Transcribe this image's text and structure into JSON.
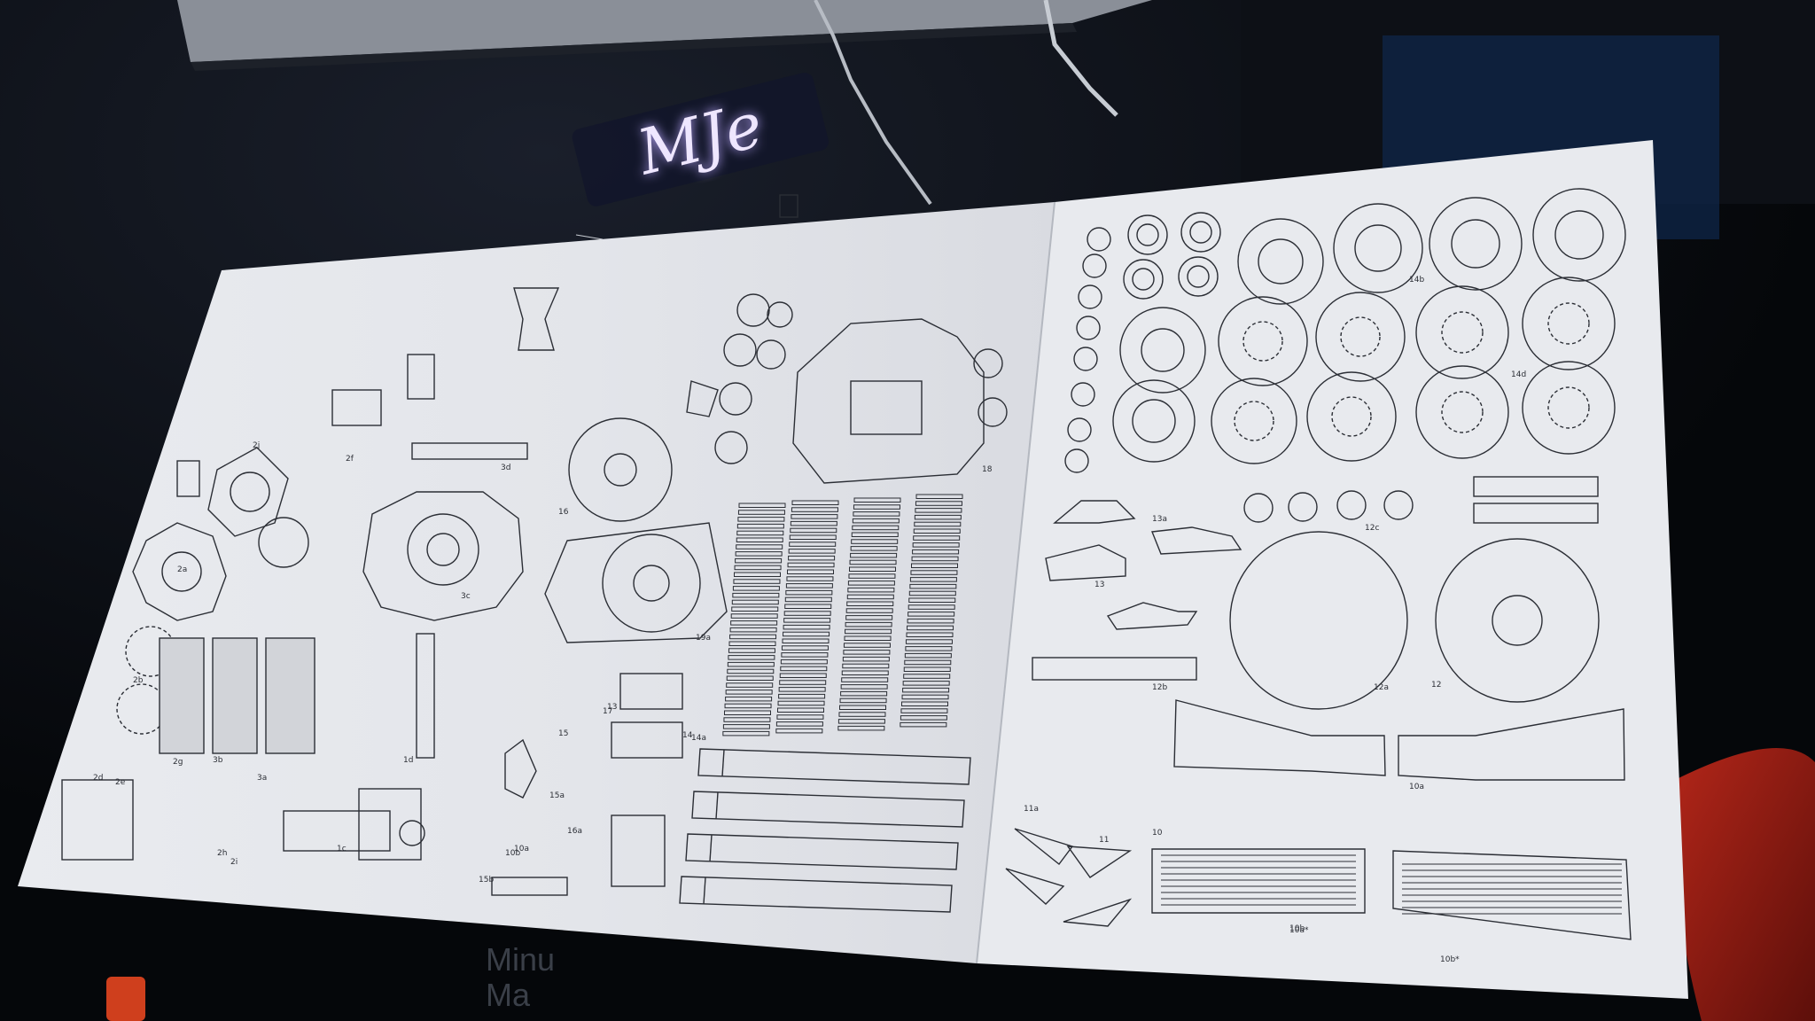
{
  "scene": {
    "background": "#07090d",
    "paper_color": "#e6e8ec",
    "ink_color": "#2b2e35",
    "neon_color": "#c9b8ff",
    "orange_color": "#d2401c"
  },
  "part_labels": {
    "left_sheet": [
      "2f",
      "2j",
      "2a",
      "3c",
      "2b",
      "2g",
      "3b",
      "2d",
      "2e",
      "1d",
      "3a",
      "1c",
      "2h",
      "2i",
      "3d"
    ],
    "middle_sheet": [
      "18",
      "16",
      "15",
      "14a",
      "13",
      "10a",
      "15a",
      "10b",
      "16a",
      "19a",
      "17",
      "14",
      "15b"
    ],
    "right_sheet": [
      "14b",
      "14d",
      "12",
      "12a",
      "12b",
      "12c",
      "13",
      "13a",
      "10",
      "10a",
      "10b",
      "11",
      "11a",
      "10a*",
      "10b*"
    ]
  },
  "background_text": {
    "neon_sign": "MJe",
    "stencil_line1": "Minu",
    "stencil_line2": "Ma"
  }
}
